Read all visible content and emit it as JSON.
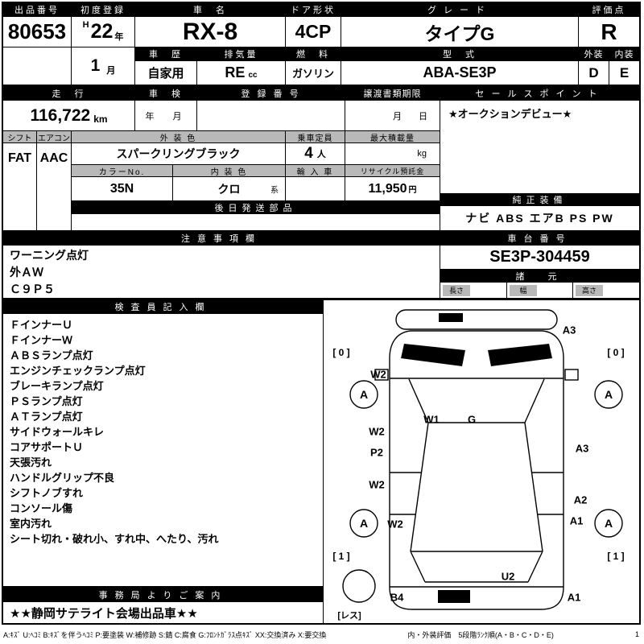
{
  "title_row": {
    "lot": {
      "label": "出品番号",
      "value": "80653"
    },
    "first_reg": {
      "label": "初度登録",
      "era": "H",
      "year": "22",
      "year_unit": "年",
      "month": "1",
      "month_unit": "月"
    },
    "car_name": {
      "label": "車　名",
      "value": "RX-8"
    },
    "doors": {
      "label": "ドア形状",
      "value": "4CP"
    },
    "grade": {
      "label": "グレード",
      "value": "タイプG"
    },
    "score": {
      "label": "評価点",
      "value": "R"
    },
    "history": {
      "label": "車　歴",
      "value": "自家用"
    },
    "displacement": {
      "label": "排気量",
      "value": "RE",
      "unit": "cc"
    },
    "fuel": {
      "label": "燃　料",
      "value": "ガソリン"
    },
    "model_code": {
      "label": "型　式",
      "value": "ABA-SE3P"
    },
    "exterior": {
      "label": "外装",
      "value": "D"
    },
    "interior": {
      "label": "内装",
      "value": "E"
    }
  },
  "reg_row": {
    "mileage": {
      "label": "走　行",
      "value": "116,722",
      "unit": "km"
    },
    "inspection": {
      "label": "車　検",
      "placeholder": "年　月"
    },
    "reg_no": {
      "label": "登 録 番 号",
      "value": ""
    },
    "transfer_limit": {
      "label": "譲渡書類期限",
      "placeholder": "月　日"
    },
    "sales_point": {
      "label": "セールスポイント",
      "value": "★オークションデビュー★"
    }
  },
  "spec_row": {
    "shift": {
      "label": "シフト",
      "value": "FAT"
    },
    "aircon": {
      "label": "エアコン",
      "value": "AAC"
    },
    "ext_color": {
      "label": "外 装 色",
      "value": "スパークリングブラック"
    },
    "capacity": {
      "label": "乗車定員",
      "value": "4",
      "unit": "人"
    },
    "max_load": {
      "label": "最大積載量",
      "value": "",
      "unit": "kg"
    },
    "color_no": {
      "label": "カラーNo.",
      "value": "35N"
    },
    "int_color": {
      "label": "内 装 色",
      "value": "クロ",
      "unit": "系"
    },
    "imported": {
      "label": "輸 入 車",
      "value": ""
    },
    "recycle_deposit": {
      "label": "リサイクル預託金",
      "value": "11,950",
      "unit": "円"
    },
    "later_parts": {
      "label": "後日発送部品",
      "value": ""
    },
    "oem_equipment": {
      "label": "純正装備",
      "value": "ナビ ABS エアB PS PW"
    }
  },
  "notes": {
    "label": "注意事項欄",
    "lines": [
      "ワーニング点灯",
      "外ＡＷ",
      "Ｃ９Ｐ５"
    ]
  },
  "chassis": {
    "label": "車台番号",
    "value": "SE3P-304459"
  },
  "dimensions": {
    "label": "諸　元",
    "length_label": "長さ",
    "width_label": "幅",
    "height_label": "高さ"
  },
  "inspector": {
    "label": "検査員記入欄",
    "lines": [
      "ＦインナーＵ",
      "ＦインナーＷ",
      "ＡＢＳランプ点灯",
      "エンジンチェックランプ点灯",
      "ブレーキランプ点灯",
      "ＰＳランプ点灯",
      "ＡＴランプ点灯",
      "サイドウォールキレ",
      "コアサポートＵ",
      "天張汚れ",
      "ハンドルグリップ不良",
      "シフトノブすれ",
      "コンソール傷",
      "室内汚れ",
      "シート切れ・破れ小、すれ中、へたり、汚れ"
    ]
  },
  "office": {
    "label": "事務局よりご案内",
    "value": "★★静岡サテライト会場出品車★★"
  },
  "diagram": {
    "annotations": [
      {
        "label": "A3"
      },
      {
        "label": "[ 0 ]"
      },
      {
        "label": "W2"
      },
      {
        "label": "[ 0 ]"
      },
      {
        "label": "A"
      },
      {
        "label": "A"
      },
      {
        "label": "W1"
      },
      {
        "label": "G"
      },
      {
        "label": "W2"
      },
      {
        "label": "P2"
      },
      {
        "label": "A3"
      },
      {
        "label": "W2"
      },
      {
        "label": "A2"
      },
      {
        "label": "A"
      },
      {
        "label": "W2"
      },
      {
        "label": "A1"
      },
      {
        "label": "A"
      },
      {
        "label": "[ 1 ]"
      },
      {
        "label": "[ 1 ]"
      },
      {
        "label": "U2"
      },
      {
        "label": "B4"
      },
      {
        "label": "A1"
      },
      {
        "label": "[レス]"
      }
    ]
  },
  "legend": {
    "codes": "A:ｷｽﾞ U:ﾍｺﾐ B:ｷｽﾞを伴うﾍｺﾐ P:要塗装 W:補修跡 S:錆 C:腐食 G:ﾌﾛﾝﾄｶﾞﾗｽ点ｷｽﾞ XX:交換済み X:要交換",
    "eval_scale": "内・外装評価　5段階ﾗﾝｸ順(A・B・C・D・E)",
    "page": "1"
  }
}
